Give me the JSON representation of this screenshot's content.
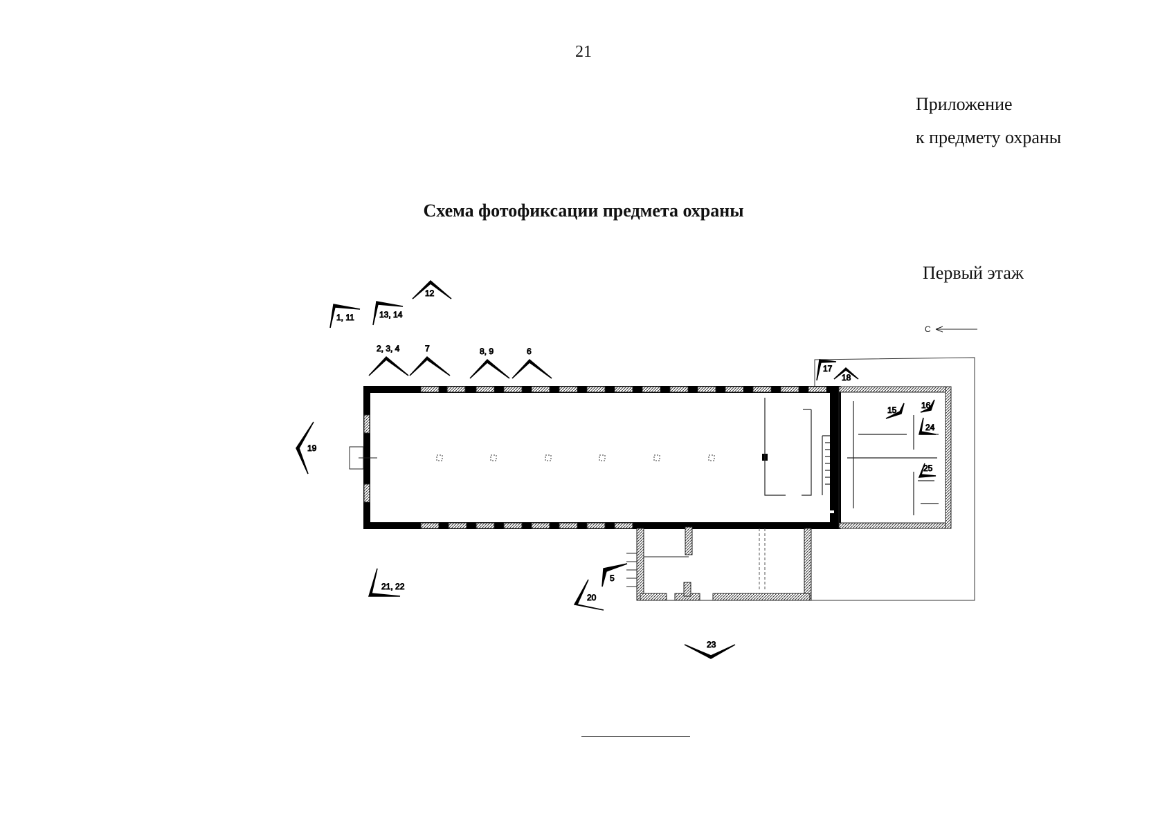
{
  "page": {
    "number": "21",
    "appendix_line1": "Приложение",
    "appendix_line2": "к предмету охраны",
    "title": "Схема фотофиксации предмета охраны",
    "floor_label": "Первый этаж"
  },
  "plan": {
    "north_label": "С",
    "photo_points": [
      {
        "id": "pp-1-11",
        "label": "1, 11"
      },
      {
        "id": "pp-13-14",
        "label": "13, 14"
      },
      {
        "id": "pp-12",
        "label": "12"
      },
      {
        "id": "pp-2-3-4",
        "label": "2, 3, 4"
      },
      {
        "id": "pp-7",
        "label": "7"
      },
      {
        "id": "pp-8-9",
        "label": "8, 9"
      },
      {
        "id": "pp-6",
        "label": "6"
      },
      {
        "id": "pp-19",
        "label": "19"
      },
      {
        "id": "pp-17",
        "label": "17"
      },
      {
        "id": "pp-18",
        "label": "18"
      },
      {
        "id": "pp-15",
        "label": "15"
      },
      {
        "id": "pp-16",
        "label": "16"
      },
      {
        "id": "pp-24",
        "label": "24"
      },
      {
        "id": "pp-25",
        "label": "25"
      },
      {
        "id": "pp-21-22",
        "label": "21, 22"
      },
      {
        "id": "pp-5",
        "label": "5"
      },
      {
        "id": "pp-20",
        "label": "20"
      },
      {
        "id": "pp-23",
        "label": "23"
      }
    ]
  }
}
